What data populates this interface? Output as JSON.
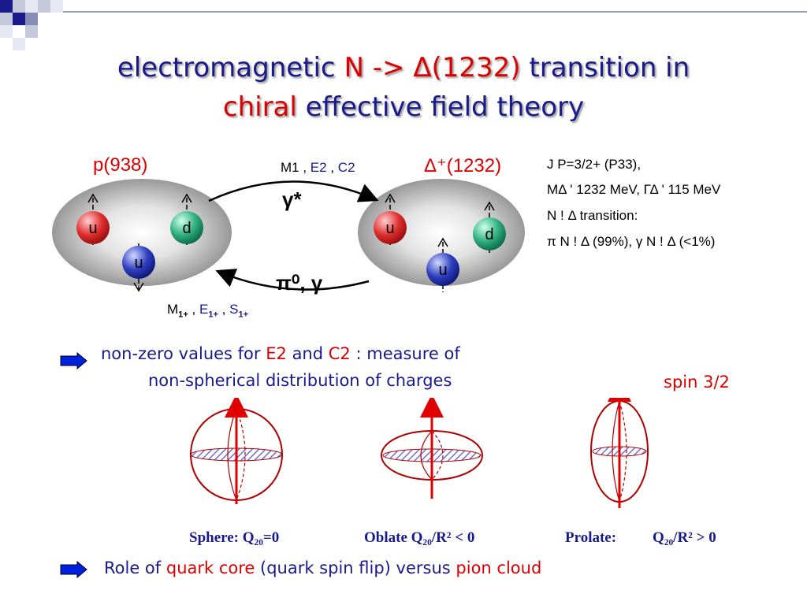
{
  "title": {
    "line1_a": "electromagnetic",
    "line1_b": "N -> Δ(1232)",
    "line1_c": "transition in",
    "line2_a": "chiral",
    "line2_b": "effective field theory"
  },
  "diagram": {
    "proton_label": "p(938)",
    "delta_label": "Δ⁺(1232)",
    "top_m1": "M1 ,",
    "top_e2": "E2",
    "top_sep": ",",
    "top_c2": "C2",
    "gamma_star": "γ*",
    "pion_gamma": "π⁰, γ",
    "bottom_m": "M",
    "bottom_e": "E",
    "bottom_s": "S",
    "bottom_sub": "1+",
    "bottom_sep": ",",
    "quarks": [
      "u",
      "d",
      "u",
      "u",
      "d",
      "u"
    ]
  },
  "info": {
    "line1": "J P=3/2+ (P33),",
    "line2": "MΔ ' 1232 MeV, ΓΔ ' 115 MeV",
    "line3": "N ! Δ transition:",
    "line4": "π N ! Δ (99%), γ N ! Δ (<1%)"
  },
  "bullet1": {
    "a": "non-zero values for",
    "b": "E2",
    "c": "and",
    "d": "C2",
    "e": ": measure of",
    "line2": "non-spherical distribution of charges"
  },
  "spin_label": "spin 3/2",
  "shapes": {
    "sphere_caption": "Sphere: Q₂₀=0",
    "oblate_caption": "Oblate  Q₂₀/R² < 0",
    "prolate_caption": "Prolate:",
    "prolate_value": "Q₂₀/R² > 0"
  },
  "bullet2": {
    "a": "Role of",
    "b": "quark core",
    "c": "(quark spin flip) versus",
    "d": "pion cloud"
  },
  "colors": {
    "title_blue": "#1a1a8c",
    "accent_red": "#dd0000",
    "shape_red": "#b00000",
    "quark_red": "#e03030",
    "quark_green": "#30b080",
    "quark_blue": "#3040c0"
  }
}
